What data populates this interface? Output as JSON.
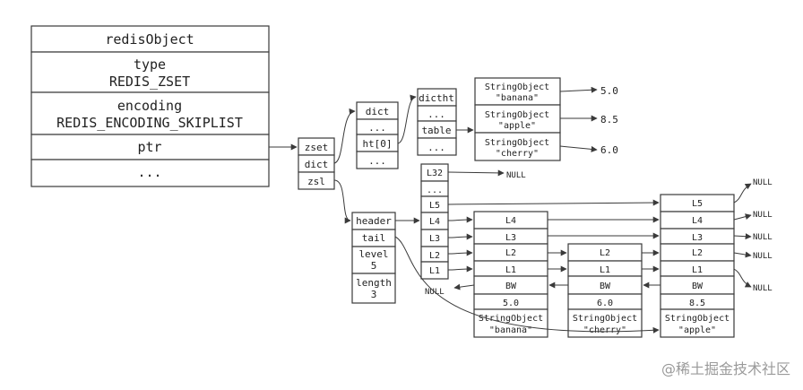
{
  "redis_object": {
    "title": "redisObject",
    "type_label": "type",
    "type_value": "REDIS_ZSET",
    "encoding_label": "encoding",
    "encoding_value": "REDIS_ENCODING_SKIPLIST",
    "ptr": "ptr",
    "more": "..."
  },
  "zset": {
    "name": "zset",
    "dict": "dict",
    "zsl": "zsl"
  },
  "dict": {
    "name": "dict",
    "more_top": "...",
    "ht0": "ht[0]",
    "more_bottom": "..."
  },
  "dictht": {
    "name": "dictht",
    "more_top": "...",
    "table": "table",
    "more_bottom": "..."
  },
  "dict_entries": [
    {
      "type": "StringObject",
      "member": "\"banana\"",
      "score": "5.0"
    },
    {
      "type": "StringObject",
      "member": "\"apple\"",
      "score": "8.5"
    },
    {
      "type": "StringObject",
      "member": "\"cherry\"",
      "score": "6.0"
    }
  ],
  "zskiplist": {
    "header": "header",
    "tail": "tail",
    "level_label": "level",
    "level_value": "5",
    "length_label": "length",
    "length_value": "3"
  },
  "header_levels": [
    "L32",
    "...",
    "L5",
    "L4",
    "L3",
    "L2",
    "L1"
  ],
  "null_label": "NULL",
  "nodes": [
    {
      "levels": [
        "L4",
        "L3",
        "L2",
        "L1"
      ],
      "backward": "BW",
      "score": "5.0",
      "obj_type": "StringObject",
      "obj_value": "\"banana\""
    },
    {
      "levels": [
        "L2",
        "L1"
      ],
      "backward": "BW",
      "score": "6.0",
      "obj_type": "StringObject",
      "obj_value": "\"cherry\""
    },
    {
      "levels": [
        "L5",
        "L4",
        "L3",
        "L2",
        "L1"
      ],
      "backward": "BW",
      "score": "8.5",
      "obj_type": "StringObject",
      "obj_value": "\"apple\""
    }
  ],
  "watermark": "@稀土掘金技术社区"
}
